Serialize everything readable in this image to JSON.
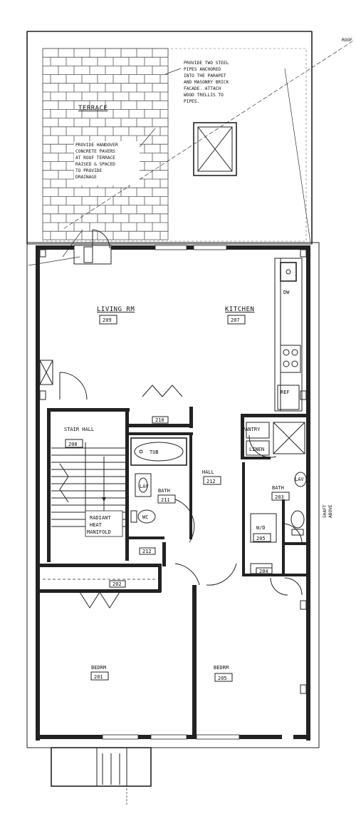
{
  "terrace": {
    "title": "TERRACE",
    "note_lines": [
      "PROVIDE HANDOVER",
      "CONCRETE PAVERS",
      "AT ROOF TERRACE",
      "RAISED & SPACED",
      "TO PROVIDE",
      "DRAINAGE"
    ]
  },
  "pipes_note": {
    "lines": [
      "PROVIDE TWO STEEL",
      "PIPES ANCHORED",
      "INTO THE PARAPET",
      "AND MASONRY BRICK",
      "FACADE. ATTACH",
      "WOOD TRELLIS TO",
      "PIPES."
    ]
  },
  "roof_callout": "ROOF",
  "rooms": [
    {
      "key": "living",
      "name": "LIVING RM",
      "number": "209"
    },
    {
      "key": "kitchen",
      "name": "KITCHEN",
      "number": "207"
    },
    {
      "key": "stair",
      "name": "STAIR HALL",
      "number": "208"
    },
    {
      "key": "hall",
      "name": "HALL",
      "number": "212"
    },
    {
      "key": "bath1",
      "name": "BATH",
      "number": "211"
    },
    {
      "key": "bath2",
      "name": "BATH",
      "number": "203"
    },
    {
      "key": "wd",
      "name": "W/D",
      "number": "205"
    },
    {
      "key": "bedrm1",
      "name": "BEDRM",
      "number": "201"
    },
    {
      "key": "bedrm2",
      "name": "BEDRM",
      "number": "205"
    }
  ],
  "closets": {
    "c1": "212",
    "c2": "210",
    "c3": "202",
    "c4": "204"
  },
  "fixtures": {
    "tub": "TUB",
    "dw": "DW",
    "pantry": "PANTRY",
    "linen": "LINEN",
    "ref": "REF",
    "lav": "LAV",
    "wc": "WC",
    "lav2": "LAV"
  },
  "heat_note": [
    "RADIANT",
    "HEAT",
    "MANIFOLD"
  ],
  "vent_note": [
    "SHAFT",
    "ABOVE"
  ]
}
